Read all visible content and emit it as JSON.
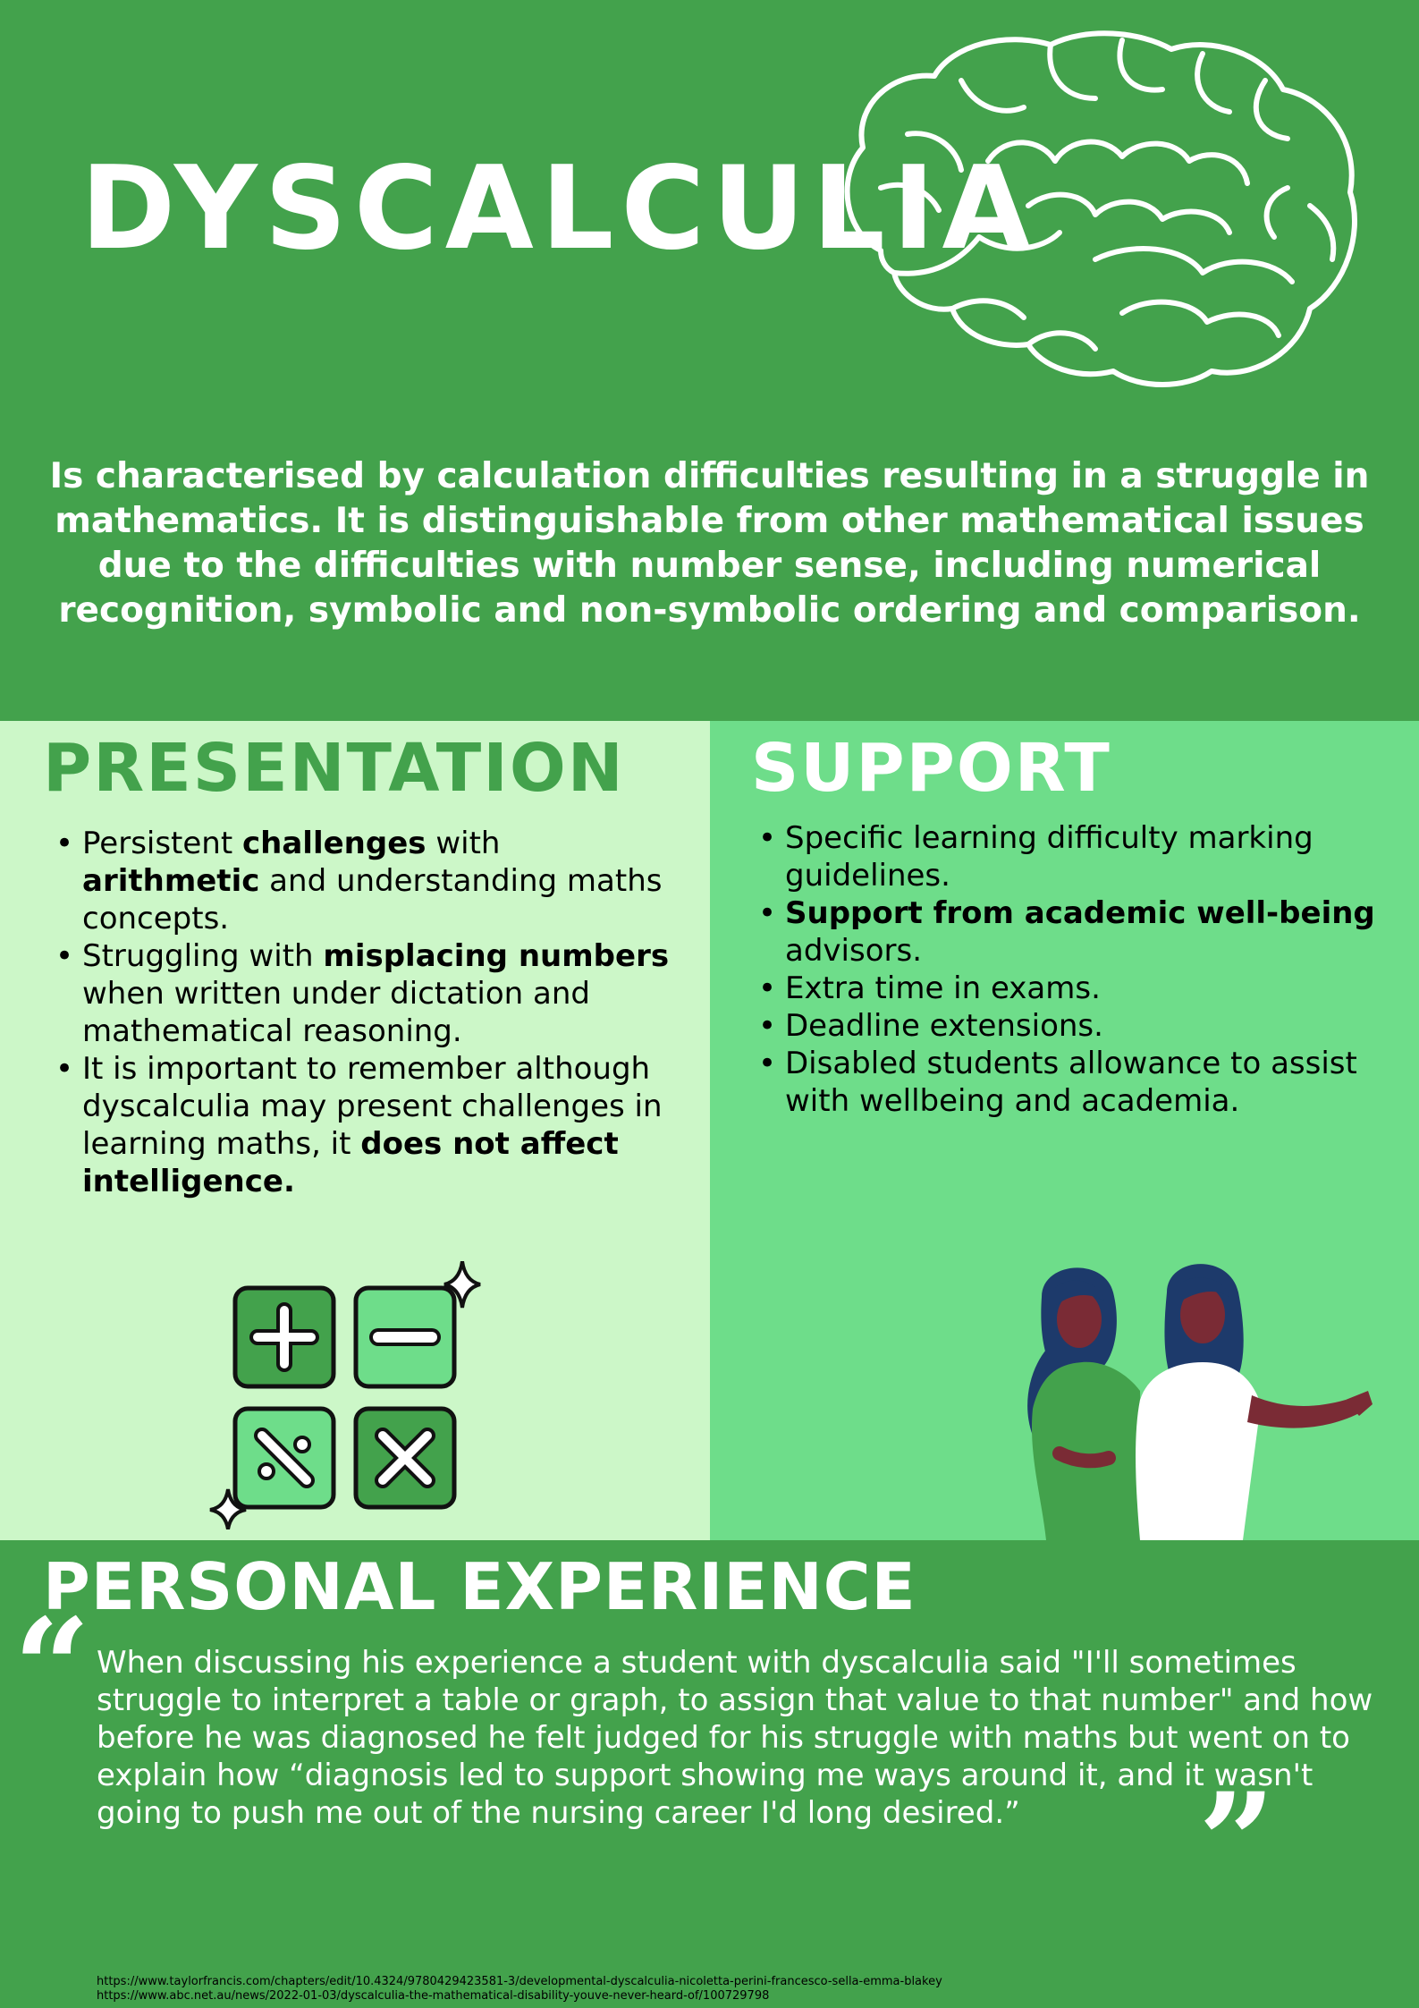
{
  "header": {
    "title": "DYSCALCULIA",
    "intro": "Is characterised by calculation difficulties resulting in a struggle in mathematics. It is distinguishable from other mathematical issues due to the difficulties with number sense, including numerical recognition, symbolic and non-symbolic ordering and comparison."
  },
  "presentation": {
    "heading": "PRESENTATION",
    "items": [
      [
        "Persistent ",
        "challenges",
        " with ",
        "arithmetic",
        " and understanding maths concepts."
      ],
      [
        "Struggling with ",
        "misplacing numbers",
        " when written under dictation and mathematical reasoning."
      ],
      [
        "It is important to remember although dyscalculia may present challenges in learning maths, it ",
        "does not affect intelligence.",
        ""
      ]
    ]
  },
  "support": {
    "heading": "SUPPORT",
    "items": [
      [
        "Specific learning difficulty marking guidelines."
      ],
      [
        "",
        "Support from academic well-being",
        " advisors."
      ],
      [
        "Extra time in exams."
      ],
      [
        "Deadline extensions."
      ],
      [
        "Disabled students allowance to assist with wellbeing and academia."
      ]
    ]
  },
  "personal": {
    "heading": "PERSONAL EXPERIENCE",
    "quote_open": "“",
    "quote_close": "”",
    "text": "When discussing his experience a student with dyscalculia said \"I'll sometimes struggle to interpret a table or graph, to assign that value to that number\" and how before he was diagnosed he felt judged for his struggle with maths but went on to explain how “diagnosis led to support showing me ways around it, and it wasn't going to push me out of the nursing career I'd long desired.”"
  },
  "references": [
    "https://www.taylorfrancis.com/chapters/edit/10.4324/9780429423581-3/developmental-dyscalculia-nicoletta-perini-francesco-sella-emma-blakey",
    "https://www.abc.net.au/news/2022-01-03/dyscalculia-the-mathematical-disability-youve-never-heard-of/100729798"
  ],
  "colors": {
    "dark_green": "#43a24c",
    "light_green": "#ccf7c8",
    "mid_green": "#6edd8a"
  },
  "icons": [
    "brain-icon",
    "plus-icon",
    "minus-icon",
    "percent-icon",
    "multiply-icon",
    "sparkle-icon",
    "two-women-illustration"
  ]
}
